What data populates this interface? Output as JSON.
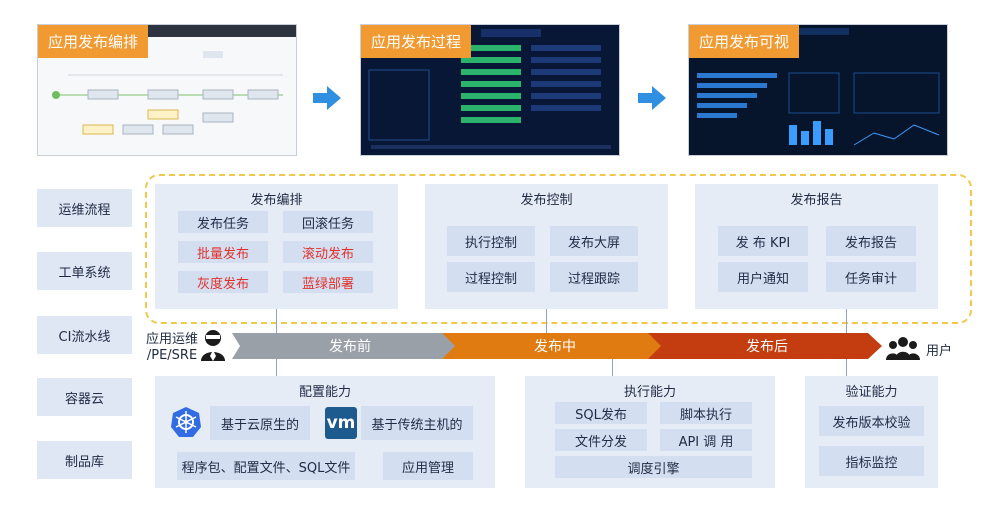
{
  "thumbnails": [
    {
      "label": "应用发布编排"
    },
    {
      "label": "应用发布过程"
    },
    {
      "label": "应用发布可视"
    }
  ],
  "left_nav": [
    "运维流程",
    "工单系统",
    "CI流水线",
    "容器云",
    "制品库"
  ],
  "top_panels": [
    {
      "title": "发布编排",
      "items": [
        "发布任务",
        "回滚任务",
        "批量发布",
        "滚动发布",
        "灰度发布",
        "蓝绿部署"
      ],
      "red": [
        false,
        false,
        true,
        true,
        true,
        true
      ]
    },
    {
      "title": "发布控制",
      "items": [
        "执行控制",
        "发布大屏",
        "过程控制",
        "过程跟踪"
      ]
    },
    {
      "title": "发布报告",
      "items": [
        "发 布 KPI",
        "发布报告",
        "用户通知",
        "任务审计"
      ]
    }
  ],
  "actor": {
    "line1": "应用运维",
    "line2": "/PE/SRE"
  },
  "stages": [
    "发布前",
    "发布中",
    "发布后"
  ],
  "user_label": "用户",
  "bottom_panels": [
    {
      "title": "配置能力",
      "items": [
        "基于云原生的",
        "基于传统主机的",
        "程序包、配置文件、SQL文件",
        "应用管理"
      ],
      "logo_vm": "vm"
    },
    {
      "title": "执行能力",
      "items": [
        "SQL发布",
        "脚本执行",
        "文件分发",
        "API 调 用",
        "调度引擎"
      ]
    },
    {
      "title": "验证能力",
      "items": [
        "发布版本校验",
        "指标监控"
      ]
    }
  ],
  "colors": {
    "stage1": "#9aa0a8",
    "stage2": "#e07b12",
    "stage3": "#c33d10",
    "dashed": "#f2c84b",
    "arrow": "#2f8fe0",
    "orange_label": "#f29a32"
  }
}
